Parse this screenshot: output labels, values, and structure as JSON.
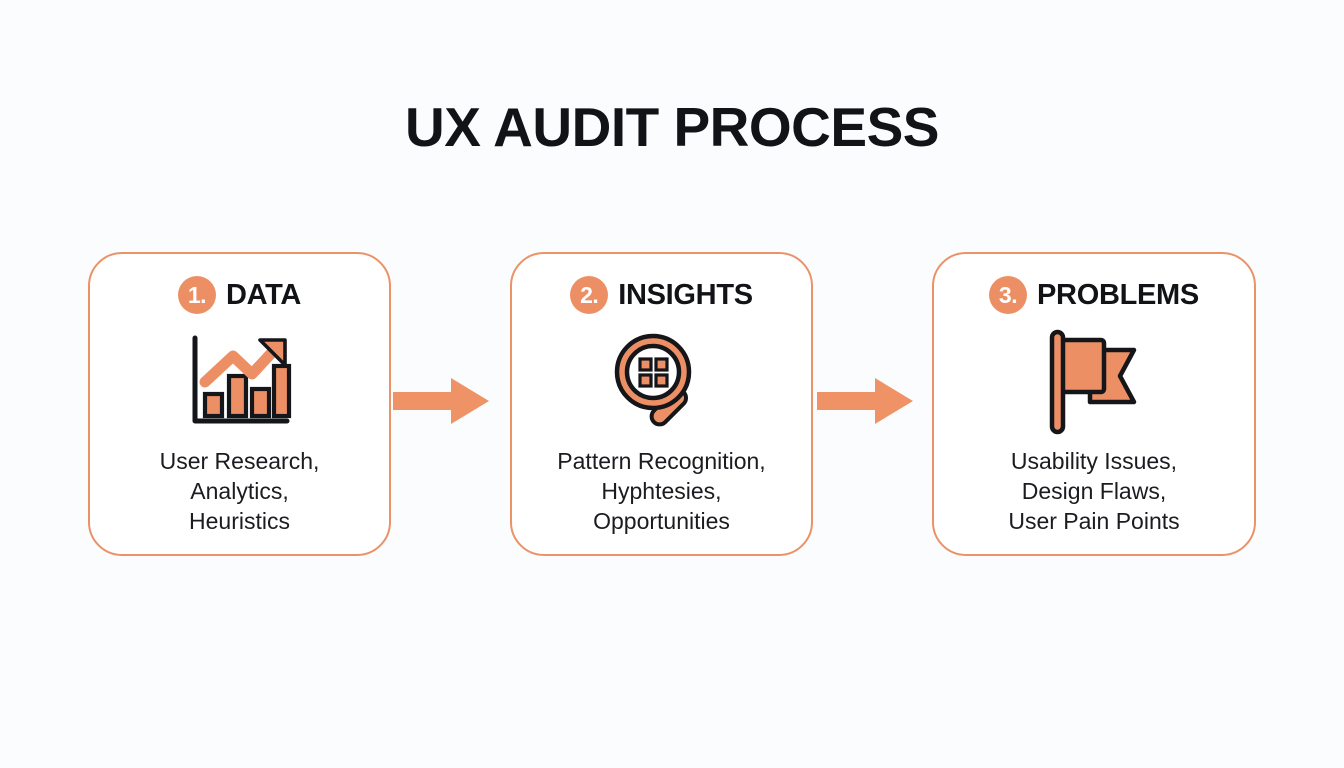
{
  "slide": {
    "title": "UX AUDIT PROCESS",
    "background_color": "#fbfcfd",
    "accent_color": "#ed8f64",
    "text_color": "#121317"
  },
  "steps": [
    {
      "number": "1.",
      "title": "DATA",
      "icon": "bar-chart-growth-icon",
      "body": "User Research,\nAnalytics,\nHeuristics"
    },
    {
      "number": "2.",
      "title": "INSIGHTS",
      "icon": "magnifying-glass-grid-icon",
      "body": "Pattern Recognition,\nHyphtesies,\nOpportunities"
    },
    {
      "number": "3.",
      "title": "PROBLEMS",
      "icon": "flag-icon",
      "body": "Usability Issues,\nDesign Flaws,\nUser Pain Points"
    }
  ],
  "arrows": [
    {
      "name": "arrow-data-to-insights",
      "direction": "right"
    },
    {
      "name": "arrow-insights-to-problems",
      "direction": "right"
    }
  ]
}
